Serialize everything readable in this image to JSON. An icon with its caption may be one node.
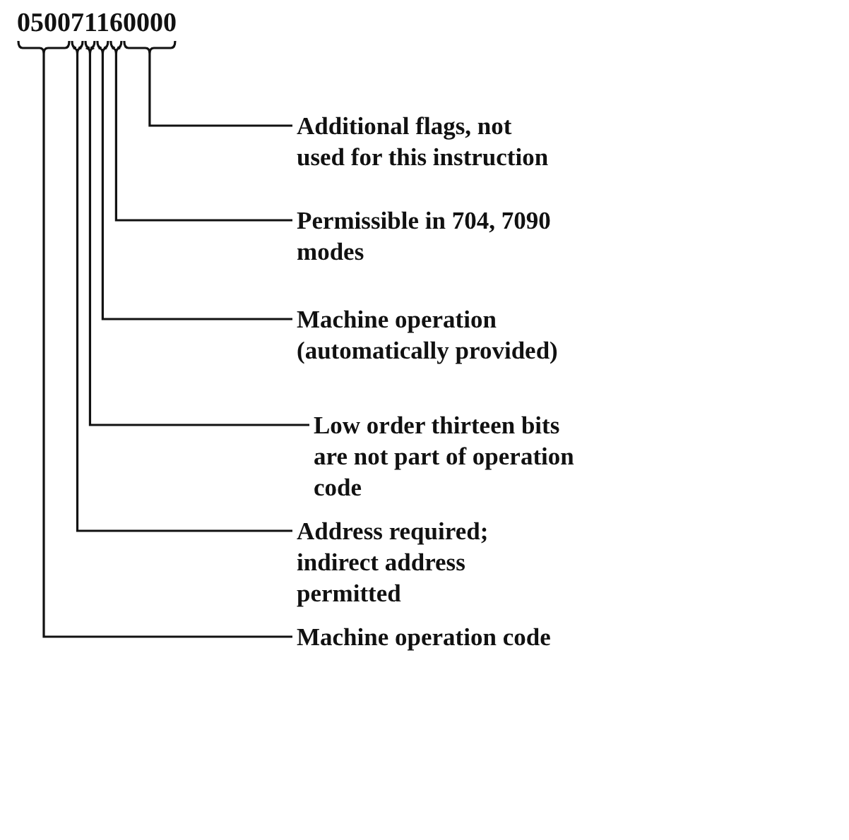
{
  "diagram": {
    "nodes": [
      {
        "text": [
          "050071160000"
        ]
      },
      {
        "text": [],
        "shape": "bracket"
      },
      {
        "text": [],
        "shape": "bracket"
      },
      {
        "text": [],
        "shape": "bracket"
      },
      {
        "text": [],
        "shape": "bracket"
      },
      {
        "text": [],
        "shape": "bracket"
      },
      {
        "text": [],
        "shape": "bracket"
      },
      {
        "text": [
          "Additional flags, not used for this instruction"
        ]
      },
      {
        "text": [
          "Permissible in 704, 7090 modes"
        ]
      },
      {
        "text": [
          "Machine operation (automatically provided)"
        ]
      },
      {
        "text": [
          "Low order thirteen bits are not part of operation code"
        ]
      },
      {
        "text": [
          "Address required; indirect address permitted"
        ]
      },
      {
        "text": [
          "Machine operation code"
        ]
      }
    ],
    "edges": [
      {
        "from": 7,
        "to": 6,
        "arrow": "none"
      },
      {
        "from": 8,
        "to": 5,
        "arrow": "none"
      },
      {
        "from": 9,
        "to": 4,
        "arrow": "none"
      },
      {
        "from": 10,
        "to": 3,
        "arrow": "none"
      },
      {
        "from": 11,
        "to": 2,
        "arrow": "none"
      },
      {
        "from": 12,
        "to": 1,
        "arrow": "none"
      }
    ]
  }
}
